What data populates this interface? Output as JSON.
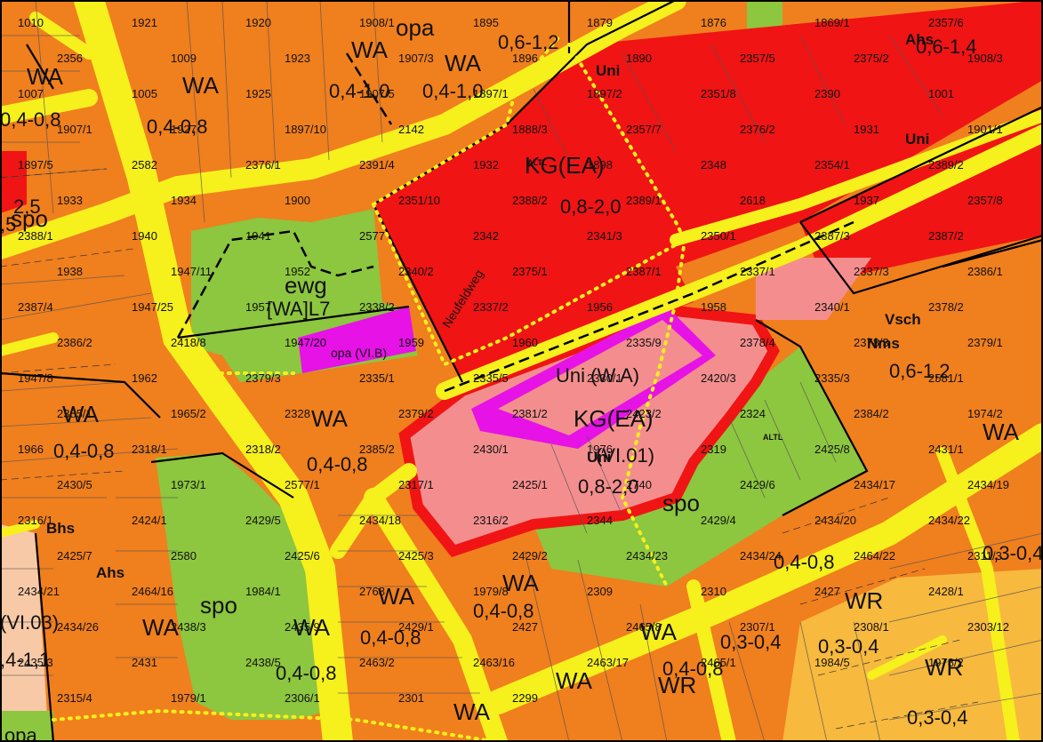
{
  "map": {
    "street_label": "Neufeldweg",
    "colors": {
      "residential": "#f07f1e",
      "residential_light": "#f4a24a",
      "core_red": "#f01414",
      "university_pink": "#f48e8e",
      "sports_green": "#8dc63f",
      "road_yellow": "#f6f01d",
      "magenta": "#e612e6",
      "light_peach": "#f7c9a6",
      "light_yellow": "#f7b93e"
    },
    "zone_labels": [
      "WA",
      "WA",
      "WA",
      "WA",
      "WA",
      "WA",
      "WA",
      "WA",
      "WA",
      "WA",
      "WA",
      "WA",
      "WA",
      "WA",
      "KG(EA)",
      "KG(EA)",
      "spo",
      "spo",
      "spo",
      "opa",
      "opa",
      "ewg",
      "[WA]L7",
      "opa (VI.B)",
      "Uni (W.A)",
      "(VI.01)",
      "WR",
      "WR",
      "WR",
      "(VI.03)"
    ],
    "density_labels": [
      "0,4-0,8",
      "0,4-0,8",
      "0,4-0,8",
      "0,4-0,8",
      "0,4-0,8",
      "0,4-0,8",
      "0,4-0,8",
      "0,4-0,8",
      "0,4-0,8",
      "0,4-1,0",
      "0,4-1,0",
      "0,6-1,2",
      "0,6-1,4",
      "0,6-1,2",
      "0,8-2,0",
      "0,8-2,0",
      "0,3-0,4",
      "0,3-0,4",
      "0,3-0,4",
      "0,3-0,4",
      ",4-1,1",
      ",5",
      "2,5"
    ],
    "bold_labels": [
      "Uni",
      "Uni",
      "Uni",
      "Ahs",
      "Ahs",
      "Bhs",
      "Vsch",
      "Nms"
    ],
    "tiny_labels": [
      "ALTL",
      "ALTL"
    ],
    "parcel_numbers": [
      "1010",
      "1921",
      "1920",
      "1908/1",
      "1895",
      "1879",
      "1876",
      "1869/1",
      "2357/6",
      "2356",
      "1009",
      "1923",
      "1907/3",
      "1896",
      "1890",
      "2357/5",
      "2375/2",
      "1908/3",
      "1007",
      "1005",
      "1925",
      "1907/5",
      "1897/1",
      "1897/2",
      "2351/8",
      "2390",
      "1001",
      "1907/1",
      "1927",
      "1897/10",
      "2142",
      "1888/3",
      "2357/7",
      "2376/2",
      "1931",
      "1901/1",
      "1897/5",
      "2582",
      "2376/1",
      "2391/4",
      "1932",
      "1898",
      "2348",
      "2354/1",
      "2389/2",
      "1933",
      "1934",
      "1900",
      "2351/10",
      "2388/2",
      "2389/1",
      "2618",
      "1937",
      "2357/8",
      "2388/1",
      "1940",
      "1941",
      "2577",
      "2342",
      "2341/3",
      "2350/1",
      "2387/3",
      "2387/2",
      "1938",
      "1947/11",
      "1952",
      "2340/2",
      "2375/1",
      "2387/1",
      "2337/1",
      "2337/3",
      "2386/1",
      "2387/4",
      "1947/25",
      "1957",
      "2338/2",
      "2337/2",
      "1956",
      "1958",
      "2340/1",
      "2378/2",
      "2386/2",
      "2418/8",
      "1947/20",
      "1959",
      "1960",
      "2335/9",
      "2378/4",
      "2378/3",
      "2379/1",
      "1947/8",
      "1962",
      "2379/3",
      "2335/1",
      "2335/5",
      "2330/1",
      "2420/3",
      "2335/3",
      "2581/1",
      "2385/1",
      "1965/2",
      "2328",
      "2379/2",
      "2381/2",
      "2423/2",
      "2324",
      "2384/2",
      "1974/2",
      "1966",
      "2318/1",
      "2318/2",
      "2385/2",
      "2430/1",
      "1976",
      "2319",
      "2425/8",
      "2431/1",
      "2430/5",
      "1973/1",
      "2577/1",
      "2317/1",
      "2425/1",
      "2740",
      "2429/6",
      "2434/17",
      "2434/19",
      "2316/1",
      "2424/1",
      "2429/5",
      "2434/18",
      "2316/2",
      "2344",
      "2429/4",
      "2434/20",
      "2434/22",
      "2425/7",
      "2580",
      "2425/6",
      "2425/3",
      "2429/2",
      "2434/23",
      "2434/24",
      "2464/22",
      "2311/3",
      "2434/21",
      "2464/16",
      "1984/1",
      "2768",
      "1979/8",
      "2309",
      "2310",
      "2427",
      "2428/1",
      "2434/26",
      "2438/3",
      "2435/9",
      "2429/1",
      "2427",
      "2465/8",
      "2307/1",
      "2308/1",
      "2303/12",
      "2435/3",
      "2431",
      "2438/5",
      "2463/2",
      "2463/16",
      "2463/17",
      "2465/1",
      "1984/5",
      "1978/2",
      "2315/4",
      "1979/1",
      "2306/1",
      "2301",
      "2299"
    ]
  }
}
